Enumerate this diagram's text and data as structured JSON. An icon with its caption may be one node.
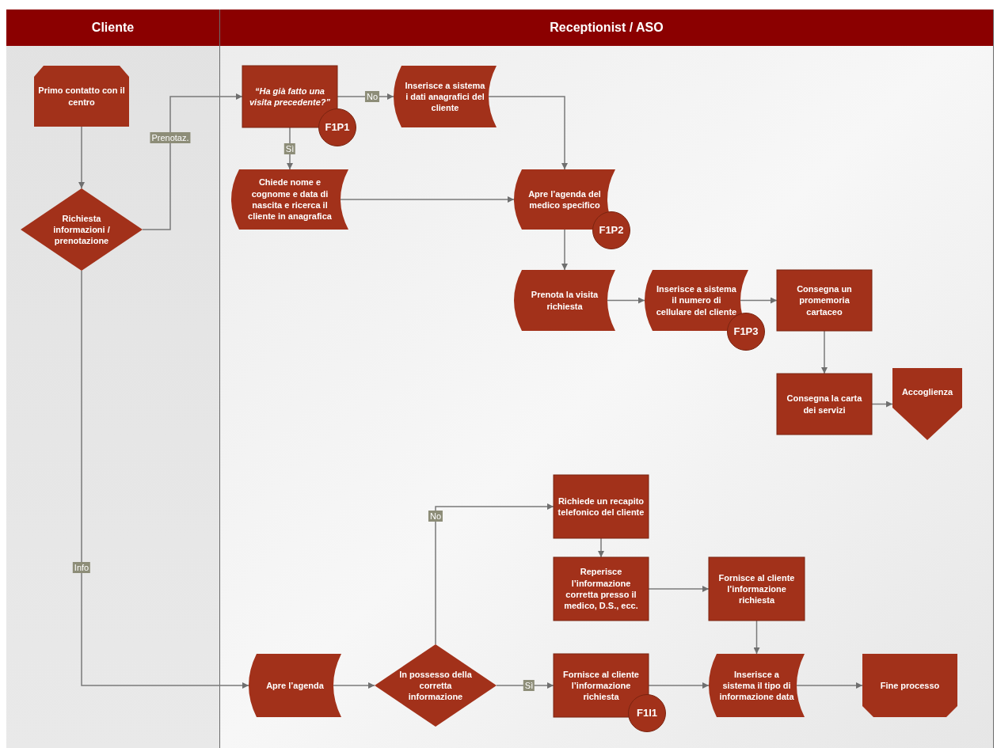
{
  "diagram": {
    "nodes": [
      {
        "text": [
          "Cliente"
        ]
      },
      {
        "text": [
          "Receptionist / ASO"
        ]
      },
      {
        "text": [
          "Primo contatto con il centro"
        ],
        "in": 0
      },
      {
        "text": [
          "Richiesta informazioni / prenotazione"
        ],
        "in": 0
      },
      {
        "text": [
          "“Ha già fatto una visita precedente?”"
        ],
        "in": 1
      },
      {
        "text": [
          "F1P1"
        ],
        "in": 1
      },
      {
        "text": [
          "Inserisce a sistema i dati anagrafici del cliente"
        ],
        "in": 1
      },
      {
        "text": [
          "Chiede nome e cognome e data di nascita e ricerca il cliente in anagrafica"
        ],
        "in": 1
      },
      {
        "text": [
          "Apre l’agenda del medico specifico"
        ],
        "in": 1
      },
      {
        "text": [
          "F1P2"
        ],
        "in": 1
      },
      {
        "text": [
          "Prenota la visita richiesta"
        ],
        "in": 1
      },
      {
        "text": [
          "Inserisce a sistema il numero di cellulare del cliente"
        ],
        "in": 1
      },
      {
        "text": [
          "F1P3"
        ],
        "in": 1
      },
      {
        "text": [
          "Consegna un promemoria cartaceo"
        ],
        "in": 1
      },
      {
        "text": [
          "Consegna la carta dei servizi"
        ],
        "in": 1
      },
      {
        "text": [
          "Accoglienza"
        ],
        "in": 1
      },
      {
        "text": [
          "Apre l’agenda"
        ],
        "in": 1
      },
      {
        "text": [
          "In possesso della corretta informazione"
        ],
        "in": 1
      },
      {
        "text": [
          "Richiede un recapito telefonico del cliente"
        ],
        "in": 1
      },
      {
        "text": [
          "Reperisce l’informazione corretta presso il medico, D.S., ecc."
        ],
        "in": 1
      },
      {
        "text": [
          "Fornisce al cliente l’informazione richiesta"
        ],
        "in": 1
      },
      {
        "text": [
          "Fornisce al cliente l’informazione richiesta"
        ],
        "in": 1
      },
      {
        "text": [
          "F1I1"
        ],
        "in": 1
      },
      {
        "text": [
          "Inserisce a sistema il tipo di informazione data"
        ],
        "in": 1
      },
      {
        "text": [
          "Fine processo"
        ],
        "in": 1
      }
    ],
    "edges": [
      {
        "from": 2,
        "to": 3,
        "arrow": "to"
      },
      {
        "from": 3,
        "to": 4,
        "arrow": "to",
        "label": "Prenotaz."
      },
      {
        "from": 4,
        "to": 6,
        "arrow": "to",
        "label": "No"
      },
      {
        "from": 4,
        "to": 7,
        "arrow": "to",
        "label": "Sì"
      },
      {
        "from": 6,
        "to": 8,
        "arrow": "to"
      },
      {
        "from": 7,
        "to": 8,
        "arrow": "to"
      },
      {
        "from": 8,
        "to": 10,
        "arrow": "to"
      },
      {
        "from": 10,
        "to": 11,
        "arrow": "to"
      },
      {
        "from": 11,
        "to": 13,
        "arrow": "to"
      },
      {
        "from": 13,
        "to": 14,
        "arrow": "to"
      },
      {
        "from": 14,
        "to": 15,
        "arrow": "to"
      },
      {
        "from": 3,
        "to": 16,
        "arrow": "to",
        "label": "Info"
      },
      {
        "from": 16,
        "to": 17,
        "arrow": "to"
      },
      {
        "from": 17,
        "to": 18,
        "arrow": "to",
        "label": "No"
      },
      {
        "from": 17,
        "to": 21,
        "arrow": "to",
        "label": "Sì"
      },
      {
        "from": 18,
        "to": 19,
        "arrow": "to"
      },
      {
        "from": 19,
        "to": 20,
        "arrow": "to"
      },
      {
        "from": 20,
        "to": 23,
        "arrow": "to"
      },
      {
        "from": 21,
        "to": 23,
        "arrow": "to"
      },
      {
        "from": 23,
        "to": 24,
        "arrow": "to"
      }
    ]
  }
}
